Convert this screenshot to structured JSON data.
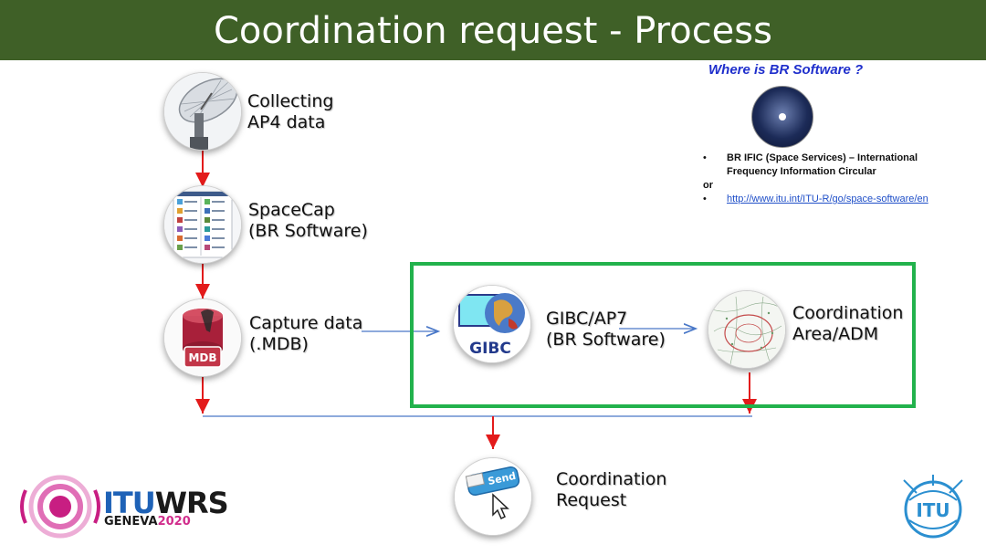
{
  "title": "Coordination request - Process",
  "steps": {
    "collect": {
      "line1": "Collecting",
      "line2": "AP4 data"
    },
    "spacecap": {
      "line1": "SpaceCap",
      "line2": "(BR Software)"
    },
    "capture": {
      "line1": "Capture data",
      "line2": "(.MDB)"
    },
    "gibc": {
      "line1": "GIBC/AP7",
      "line2": "(BR Software)",
      "logo_text": "GIBC"
    },
    "coordination_area": {
      "line1": "Coordination",
      "line2": "Area/ADM"
    },
    "request": {
      "line1": "Coordination",
      "line2": "Request",
      "send_text": "Send"
    },
    "mdb_text": "MDB"
  },
  "br_software": {
    "heading": "Where is BR Software ?",
    "bullet": "•",
    "item1": "BR IFIC (Space Services) – International Frequency Information Circular",
    "or": "or",
    "link": "http://www.itu.int/ITU-R/go/space-software/en"
  },
  "footer": {
    "itu": "ITU",
    "wrs": "WRS",
    "geneva": "GENEVA",
    "year": "2020",
    "itu_logo_text": "ITU"
  },
  "colors": {
    "title_bg": "#3f6027",
    "arrow_red": "#e31b1b",
    "line_blue": "#4a78c8",
    "box_green": "#22b24c",
    "heading_blue": "#1f2fcc"
  }
}
